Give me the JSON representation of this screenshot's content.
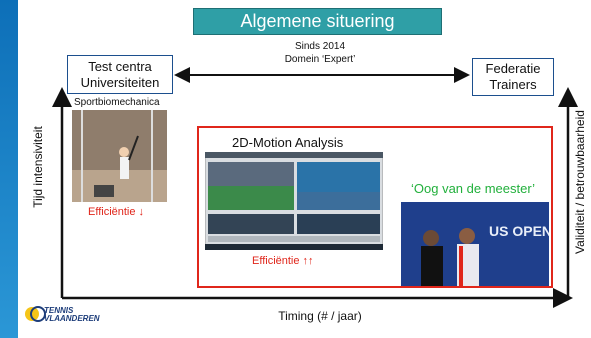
{
  "title": "Algemene situering",
  "box_left": {
    "line1": "Test centra",
    "line2": "Universiteiten"
  },
  "box_right": {
    "line1": "Federatie",
    "line2": "Trainers"
  },
  "arrow_label": {
    "line1": "Sinds 2014",
    "line2": "Domein ‘Expert’"
  },
  "sportbiomech_label": "Sportbiomechanica",
  "efficiency_left": "Efficiëntie ↓",
  "motion_title": "2D-Motion Analysis",
  "efficiency_mid": "Efficiëntie ↑↑",
  "oog_label": "‘Oog van de meester’",
  "axis_y_left": "Tijd intensiviteit",
  "axis_y_right": "Validiteit / betrouwbaarheid",
  "axis_x": "Timing (# / jaar)",
  "logo": {
    "line1": "TENNIS",
    "line2": "VLAANDEREN"
  },
  "colors": {
    "title_bg": "#2f9fa6",
    "frame": "#e0261b",
    "accent_green": "#22b03c",
    "strip": "#0d6fb8"
  }
}
